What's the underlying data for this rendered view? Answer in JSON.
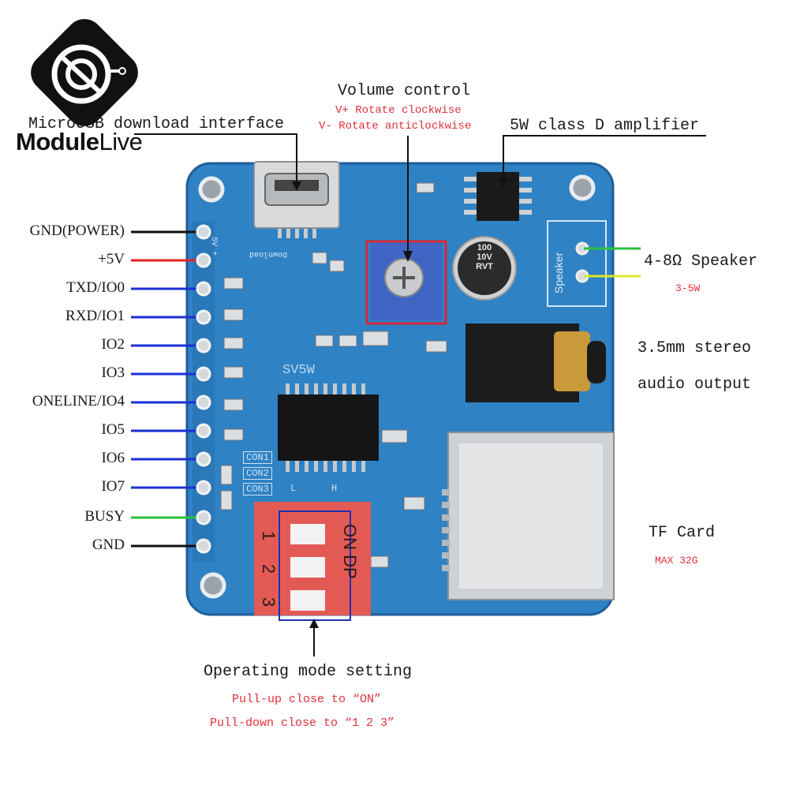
{
  "brand": {
    "name_bold": "Module",
    "name_light": "Live"
  },
  "labels": {
    "usb": "MicroUSB download interface",
    "volume": "Volume control",
    "volume_cw": "V+ Rotate clockwise",
    "volume_ccw": "V- Rotate anticlockwise",
    "amp": "5W class D amplifier",
    "speaker": "4-8Ω Speaker",
    "speaker_power": "3-5W",
    "audio_1": "3.5mm stereo",
    "audio_2": "audio output",
    "tf": "TF Card",
    "tf_max": "MAX 32G",
    "mode": "Operating mode setting",
    "mode_up": "Pull-up close to “ON”",
    "mode_down": "Pull-down close to “1 2 3”"
  },
  "pins": [
    "GND(POWER)",
    "+5V",
    "TXD/IO0",
    "RXD/IO1",
    "IO2",
    "IO3",
    "ONELINE/IO4",
    "IO5",
    "IO6",
    "IO7",
    "BUSY",
    "GND"
  ],
  "board": {
    "chip_label": "SV5W",
    "usb_silk": "Download",
    "pin_silk": "5V +",
    "con": [
      "CON1",
      "CON2",
      "CON3"
    ],
    "con_h": "H",
    "con_l": "L",
    "cap_text": [
      "100",
      "10V",
      "RVT"
    ],
    "speaker_silk": "Speaker",
    "dip_on": "ON DP",
    "dip_nums": [
      "1",
      "2",
      "3"
    ]
  },
  "colors": {
    "pcb": "#2f82c4",
    "pcb_dark": "#1f5f99",
    "red_highlight": "#e0303a",
    "dip_red": "#e35a55",
    "blue_box": "#1d2fb5",
    "wire_black": "#111111",
    "wire_red": "#e3232b",
    "wire_blue": "#1b2fd6",
    "wire_green": "#27c23a",
    "wire_yellow": "#d9e62b"
  }
}
